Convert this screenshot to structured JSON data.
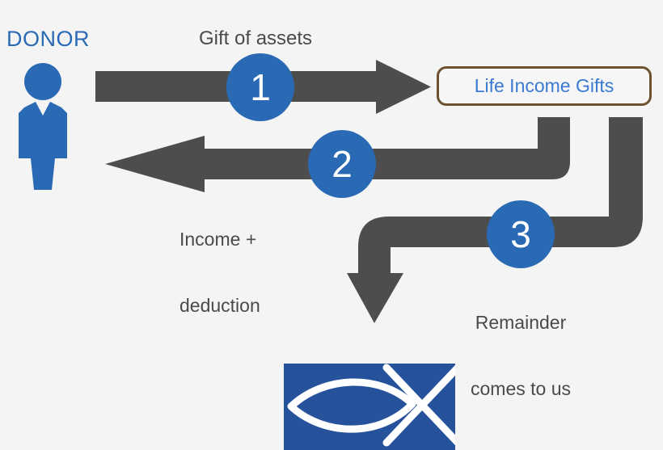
{
  "diagram": {
    "title": "Life Income Gifts flow diagram",
    "background_color": "#f4f4f4",
    "accent_blue": "#2a6ab5",
    "arrow_gray": "#4d4d4d",
    "box_border_brown": "#6d5130",
    "text_gray": "#4a4a4a",
    "donor": {
      "label": "DONOR",
      "icon": "person-businessman-icon",
      "color": "#2a6ab5"
    },
    "steps": [
      {
        "number": "1",
        "label": "Gift of assets",
        "direction": "donor-to-life-income-gifts"
      },
      {
        "number": "2",
        "label_line1": "Income +",
        "label_line2": "deduction",
        "direction": "life-income-gifts-to-donor"
      },
      {
        "number": "3",
        "label_line1": "Remainder",
        "label_line2": "comes to us",
        "direction": "life-income-gifts-to-organization"
      }
    ],
    "box": {
      "label": "Life Income Gifts",
      "text_color": "#3a7ad0",
      "border_color": "#6d5130"
    },
    "logo": {
      "name": "ichthys-fish-logo",
      "background_color": "#26529c",
      "mark_color": "#ffffff"
    }
  }
}
